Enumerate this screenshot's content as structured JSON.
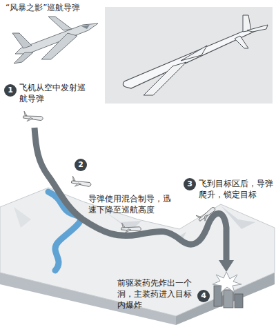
{
  "diagram": {
    "title": "“风暴之影”巡航导弹",
    "labels": [
      "1",
      "飞机从空中发射巡航导弹",
      "2",
      "导弹使用混合制导，迅速下降至巡航高度",
      "3",
      "飞到目标区后，导弹爬升，锁定目标",
      "4",
      "前驱装药先炸出一个洞，主装药进入目标内爆炸"
    ]
  }
}
